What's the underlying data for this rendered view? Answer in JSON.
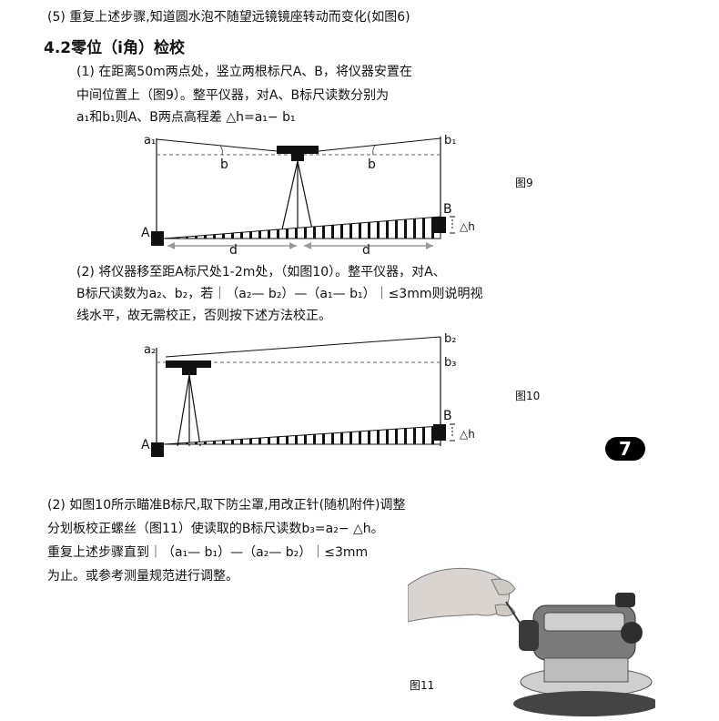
{
  "step5": "(5) 重复上述步骤,知道圆水泡不随望远镜镜座转动而变化(如图6)",
  "section_heading": "4.2零位（i角）检校",
  "para1": [
    "(1) 在距离50m两点处，竖立两根标尺A、B，将仪器安置在",
    "中间位置上（图9）。整平仪器，对A、B标尺读数分别为",
    "a₁和b₁则A、B两点高程差 △h=a₁− b₁"
  ],
  "fig9": {
    "a": "a₁",
    "b": "b₁",
    "ang1": "b",
    "ang2": "b",
    "A": "A",
    "B": "B",
    "d1": "d",
    "d2": "d",
    "dh": "△h",
    "caption": "图9"
  },
  "para2": [
    "(2) 将仪器移至距A标尺处1-2m处，（如图10）。整平仪器，对A、",
    "B标尺读数为a₂、b₂，若｜（a₂— b₂）—（a₁— b₁）｜≤3mm则说明视",
    "线水平，故无需校正，否则按下述方法校正。"
  ],
  "fig10": {
    "a": "a₂",
    "b2": "b₂",
    "b3": "b₃",
    "A": "A",
    "B": "B",
    "dh": "△h",
    "caption": "图10"
  },
  "page_number": "7",
  "para3": [
    "(2) 如图10所示瞄准B标尺,取下防尘罩,用改正针(随机附件)调整",
    "分划板校正螺丝（图11）使读取的B标尺读数b₃=a₂− △h。",
    "重复上述步骤直到｜（a₁— b₁）—（a₂— b₂）｜≤3mm",
    "为止。或参考测量规范进行调整。"
  ],
  "fig11": {
    "caption": "图11"
  }
}
